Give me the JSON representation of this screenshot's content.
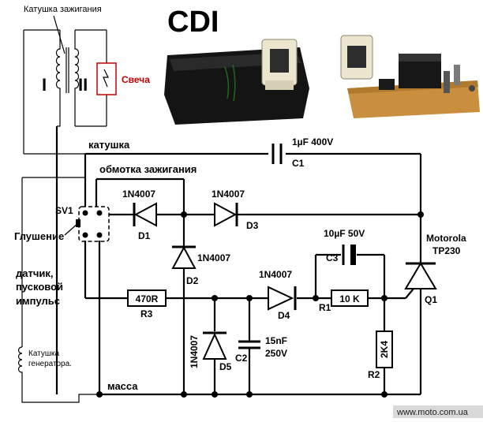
{
  "title": "CDI",
  "labels": {
    "ignition_coil": "Катушка зажигания",
    "spark_plug": "Свеча",
    "coil_i": "I",
    "coil_ii": "II",
    "katushka": "катушка",
    "winding": "обмотка зажигания",
    "sv1": "SV1",
    "kill": "Глушение",
    "sensor": "датчик,",
    "trigger": "пусковой",
    "pulse": "импульс",
    "gen_coil_1": "Катушка",
    "gen_coil_2": "генератора.",
    "massa": "масса",
    "watermark": "www.moto.com.ua"
  },
  "components": {
    "c1_val": "1µF 400V",
    "c1": "C1",
    "d1_part": "1N4007",
    "d1": "D1",
    "d3_part": "1N4007",
    "d3": "D3",
    "d2_part": "1N4007",
    "d2": "D2",
    "d4_part": "1N4007",
    "d4": "D4",
    "d5_part": "1N4007",
    "d5": "D5",
    "c3_val": "10µF 50V",
    "c3": "C3",
    "r3_val": "470R",
    "r3": "R3",
    "r1_val": "10 K",
    "r1": "R1",
    "r2_val": "2K4",
    "r2": "R2",
    "c2_val1": "15nF",
    "c2_val2": "250V",
    "c2": "C2",
    "q1_brand": "Motorola",
    "q1_part": "TP230",
    "q1": "Q1"
  }
}
